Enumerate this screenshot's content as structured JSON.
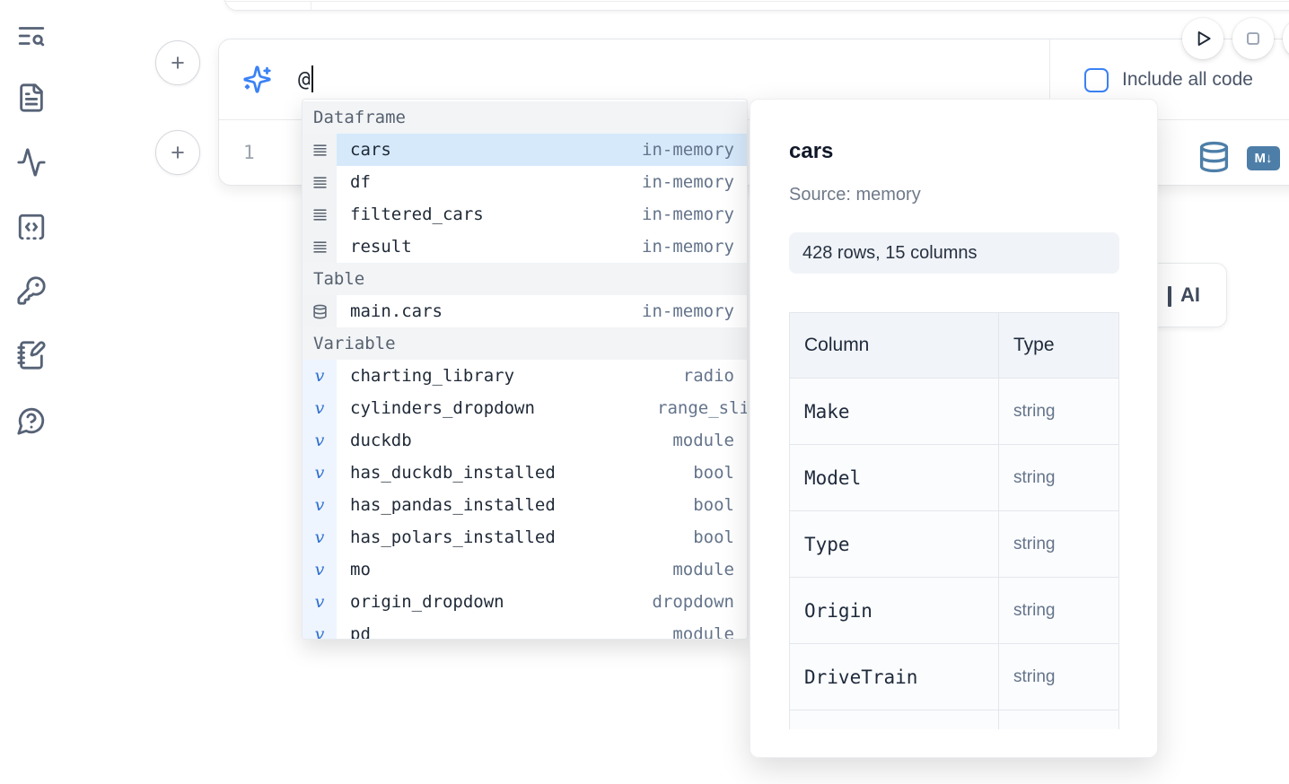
{
  "sidebar": {
    "items": [
      {
        "name": "search",
        "icon": "text-search-icon"
      },
      {
        "name": "files",
        "icon": "file-text-icon"
      },
      {
        "name": "activity",
        "icon": "activity-icon"
      },
      {
        "name": "snippets",
        "icon": "code-block-icon"
      },
      {
        "name": "secrets",
        "icon": "key-icon"
      },
      {
        "name": "scratchpad",
        "icon": "notebook-pen-icon"
      },
      {
        "name": "help",
        "icon": "help-chat-icon"
      }
    ]
  },
  "cell": {
    "prompt_value": "@",
    "include_all_code_label": "Include all code",
    "include_all_code_checked": false,
    "line_number": "1",
    "actions": {
      "database_icon": "database",
      "markdown_badge": "M↓"
    }
  },
  "autocomplete": {
    "sections": [
      {
        "label": "Dataframe",
        "icon": "rows-icon",
        "items": [
          {
            "name": "cars",
            "type": "in-memory",
            "selected": true
          },
          {
            "name": "df",
            "type": "in-memory"
          },
          {
            "name": "filtered_cars",
            "type": "in-memory"
          },
          {
            "name": "result",
            "type": "in-memory"
          }
        ]
      },
      {
        "label": "Table",
        "icon": "database-icon",
        "items": [
          {
            "name": "main.cars",
            "type": "in-memory"
          }
        ]
      },
      {
        "label": "Variable",
        "icon": "v-glyph-icon",
        "items": [
          {
            "name": "charting_library",
            "type": "radio"
          },
          {
            "name": "cylinders_dropdown",
            "type": "range_sli",
            "clipped": true
          },
          {
            "name": "duckdb",
            "type": "module"
          },
          {
            "name": "has_duckdb_installed",
            "type": "bool"
          },
          {
            "name": "has_pandas_installed",
            "type": "bool"
          },
          {
            "name": "has_polars_installed",
            "type": "bool"
          },
          {
            "name": "mo",
            "type": "module"
          },
          {
            "name": "origin_dropdown",
            "type": "dropdown"
          },
          {
            "name": "pd",
            "type": "module"
          }
        ]
      }
    ]
  },
  "preview": {
    "title": "cars",
    "source": "Source: memory",
    "shape": "428 rows, 15 columns",
    "table": {
      "headers": [
        "Column",
        "Type"
      ],
      "rows": [
        [
          "Make",
          "string"
        ],
        [
          "Model",
          "string"
        ],
        [
          "Type",
          "string"
        ],
        [
          "Origin",
          "string"
        ],
        [
          "DriveTrain",
          "string"
        ]
      ]
    }
  },
  "ai_button": {
    "visible_label": "AI"
  },
  "colors": {
    "accent_blue": "#3b82f6",
    "selection_blue": "#d6e9fb",
    "steel_blue": "#4d7ea8",
    "variable_blue": "#2f6fd0",
    "text_dark": "#1e293b",
    "text_gray": "#64748b",
    "border": "#e5e7eb"
  }
}
